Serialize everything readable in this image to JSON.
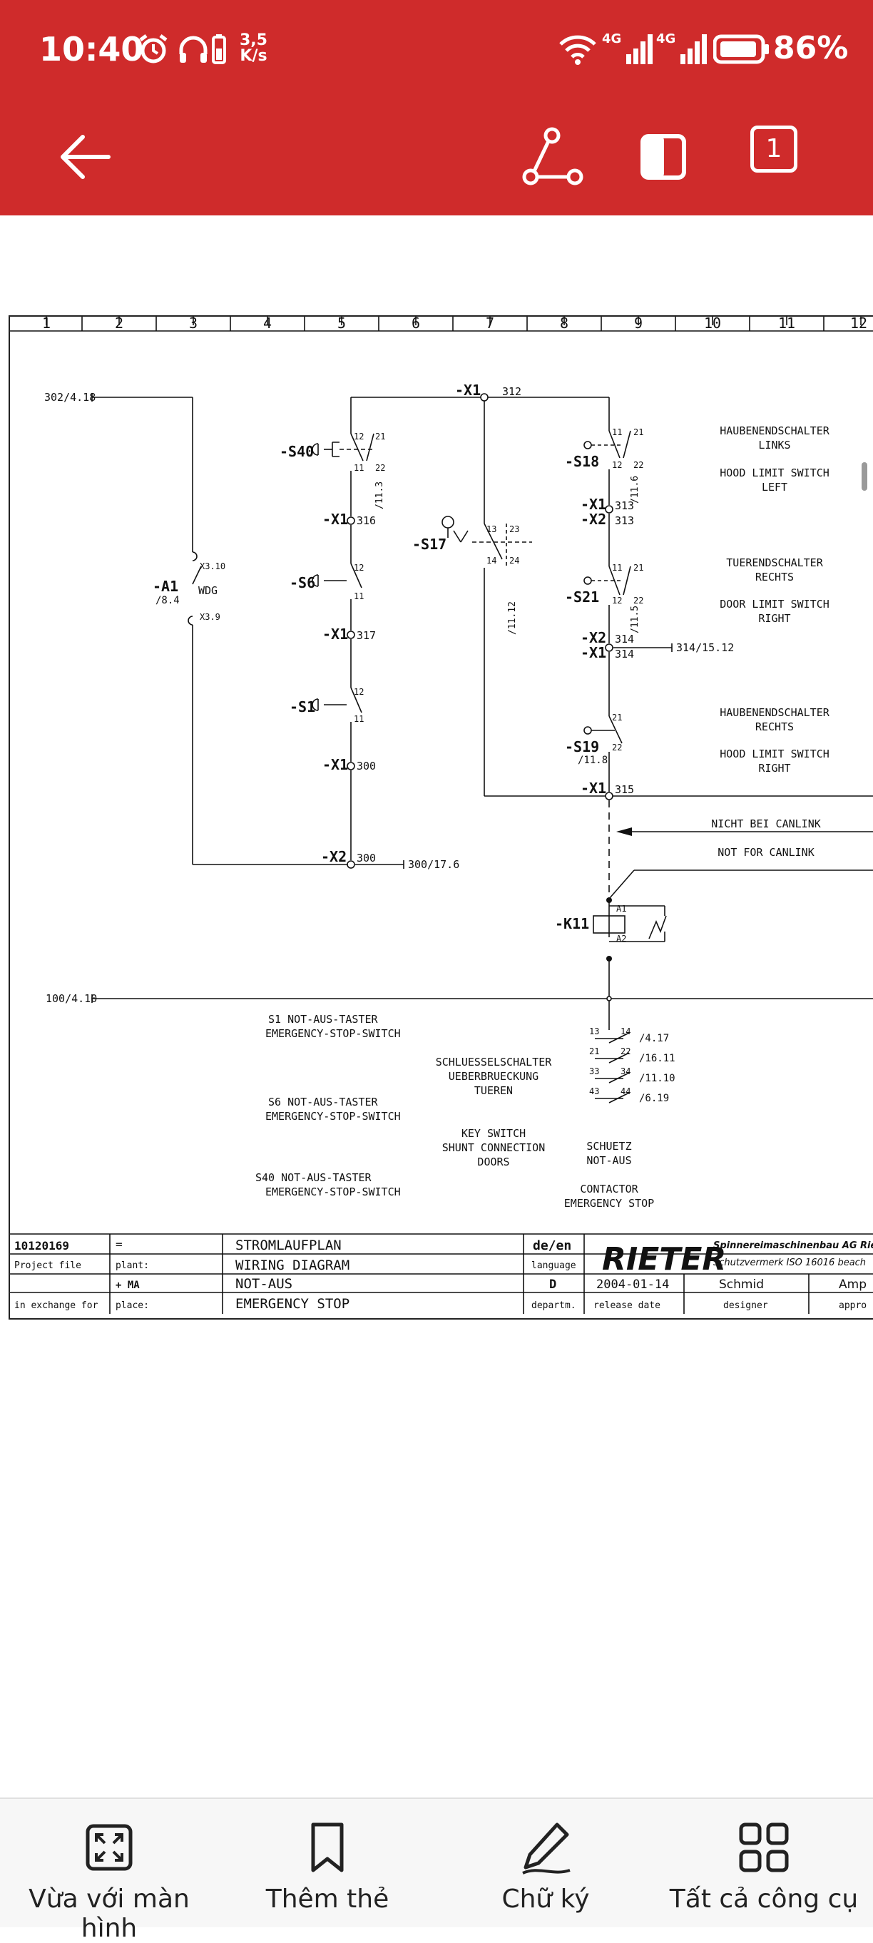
{
  "status_bar": {
    "time": "10:40",
    "speed_value": "3,5",
    "speed_unit": "K/s",
    "battery": "86%",
    "icons": [
      "alarm-icon",
      "headphones-icon",
      "battery-saver-icon",
      "wifi-icon",
      "signal-4g-icon",
      "signal-4g-icon",
      "battery-icon"
    ]
  },
  "toolbar": {
    "back_icon": "arrow-left-icon",
    "share_icon": "share-icon",
    "view_icon": "page-view-icon",
    "page_count": "1"
  },
  "drawing": {
    "columns": [
      "1",
      "2",
      "3",
      "4",
      "5",
      "6",
      "7",
      "8",
      "9",
      "10",
      "11",
      "12"
    ],
    "labels": {
      "ref_left_top": "302/4.18",
      "ref_left_bottom": "100/4.10",
      "x1": "-X1",
      "x2": "-X2",
      "t312": "312",
      "t316": "316",
      "t317": "317",
      "t300": "300",
      "t313": "313",
      "t314": "314",
      "t315": "315",
      "ref_314": "314/15.12",
      "ref_300": "300/17.6",
      "s40": "-S40",
      "s6": "-S6",
      "s1": "-S1",
      "s17": "-S17",
      "s18": "-S18",
      "s21": "-S21",
      "s19": "-S19",
      "a1": "-A1",
      "a1_ref": "/8.4",
      "wdg": "WDG",
      "x3_10": "X3.10",
      "x3_9": "X3.9",
      "k11": "-K11",
      "k_a1": "A1",
      "k_a2": "A2",
      "ref_11_3": "/11.3",
      "ref_11_12": "/11.12",
      "ref_11_6": "/11.6",
      "ref_11_5": "/11.5",
      "ref_11_8": "/11.8",
      "c11": "11",
      "c12": "12",
      "c21": "21",
      "c22": "22",
      "c13": "13",
      "c14": "14",
      "c23": "23",
      "c24": "24",
      "hood_left_de1": "HAUBENENDSCHALTER",
      "hood_left_de2": "LINKS",
      "hood_left_en1": "HOOD LIMIT SWITCH",
      "hood_left_en2": "LEFT",
      "door_right_de1": "TUERENDSCHALTER",
      "door_right_de2": "RECHTS",
      "door_right_en1": "DOOR LIMIT SWITCH",
      "door_right_en2": "RIGHT",
      "hood_right_de1": "HAUBENENDSCHALTER",
      "hood_right_de2": "RECHTS",
      "hood_right_en1": "HOOD LIMIT SWITCH",
      "hood_right_en2": "RIGHT",
      "nicht_canlink": "NICHT BEI CANLINK",
      "not_canlink": "NOT FOR CANLINK",
      "legend_s1_de": "S1  NOT-AUS-TASTER",
      "legend_s1_en": "EMERGENCY-STOP-SWITCH",
      "legend_s6_de": "S6  NOT-AUS-TASTER",
      "legend_s6_en": "EMERGENCY-STOP-SWITCH",
      "legend_s40_de": "S40  NOT-AUS-TASTER",
      "legend_s40_en": "EMERGENCY-STOP-SWITCH",
      "key_de1": "SCHLUESSELSCHALTER",
      "key_de2": "UEBERBRUECKUNG",
      "key_de3": "TUEREN",
      "key_en1": "KEY SWITCH",
      "key_en2": "SHUNT CONNECTION",
      "key_en3": "DOORS",
      "schuetz_de1": "SCHUETZ",
      "schuetz_de2": "NOT-AUS",
      "contactor_en1": "CONTACTOR",
      "contactor_en2": "EMERGENCY STOP",
      "k_13": "13",
      "k_14": "14",
      "k_21": "21",
      "k_22": "22",
      "k_33": "33",
      "k_34": "34",
      "k_43": "43",
      "k_44": "44",
      "kref_1": "/4.17",
      "kref_2": "/16.11",
      "kref_3": "/11.10",
      "kref_4": "/6.19"
    },
    "title_block": {
      "drawing_no": "10120169",
      "eq": "=",
      "project_file": "Project file",
      "plant": "plant:",
      "ma": "+ MA",
      "exchange": "in exchange for",
      "place": "place:",
      "title_de": "STROMLAUFPLAN",
      "title_en": "WIRING DIAGRAM",
      "sub_de": "NOT-AUS",
      "sub_en": "EMERGENCY STOP",
      "lang_code": "de/en",
      "language": "language",
      "dept_code": "D",
      "dept": "departm.",
      "logo": "RIETER",
      "company": "Spinnereimaschinenbau AG Rieter",
      "iso_note": "Schutzvermerk ISO 16016 beach",
      "release_date": "2004-01-14",
      "release_label": "release date",
      "designer_name": "Schmid",
      "designer_label": "designer",
      "approver": "Amp",
      "approver_label": "appro"
    }
  },
  "bottom_bar": {
    "items": [
      {
        "label": "Vừa với màn hình",
        "icon": "fit-screen-icon"
      },
      {
        "label": "Thêm thẻ",
        "icon": "bookmark-icon"
      },
      {
        "label": "Chữ ký",
        "icon": "pen-signature-icon"
      },
      {
        "label": "Tất cả công cụ",
        "icon": "grid-tools-icon"
      }
    ]
  }
}
